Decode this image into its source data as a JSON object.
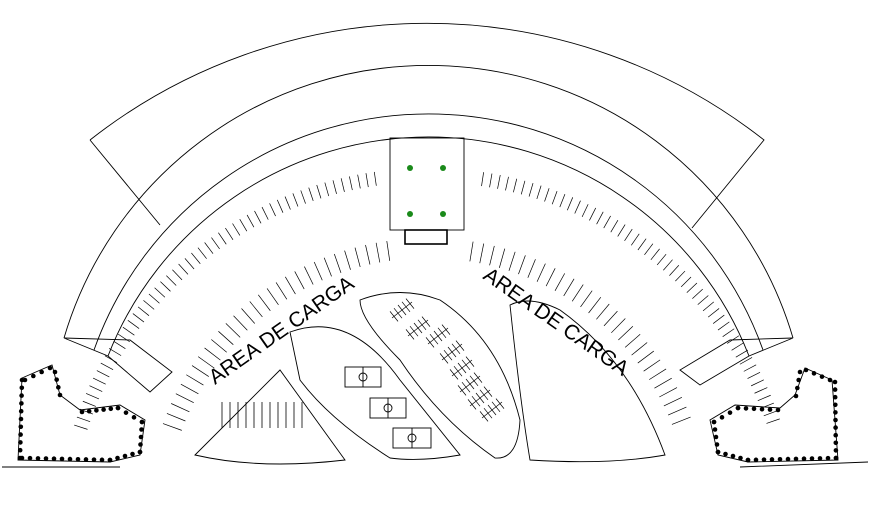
{
  "plan": {
    "labels": {
      "left": "AREA DE CARGA",
      "right": "AREA DE CARGA"
    },
    "courts": 3,
    "colors": {
      "line": "#000000",
      "tree_accent": "#1a8a1a",
      "background": "#ffffff"
    }
  }
}
